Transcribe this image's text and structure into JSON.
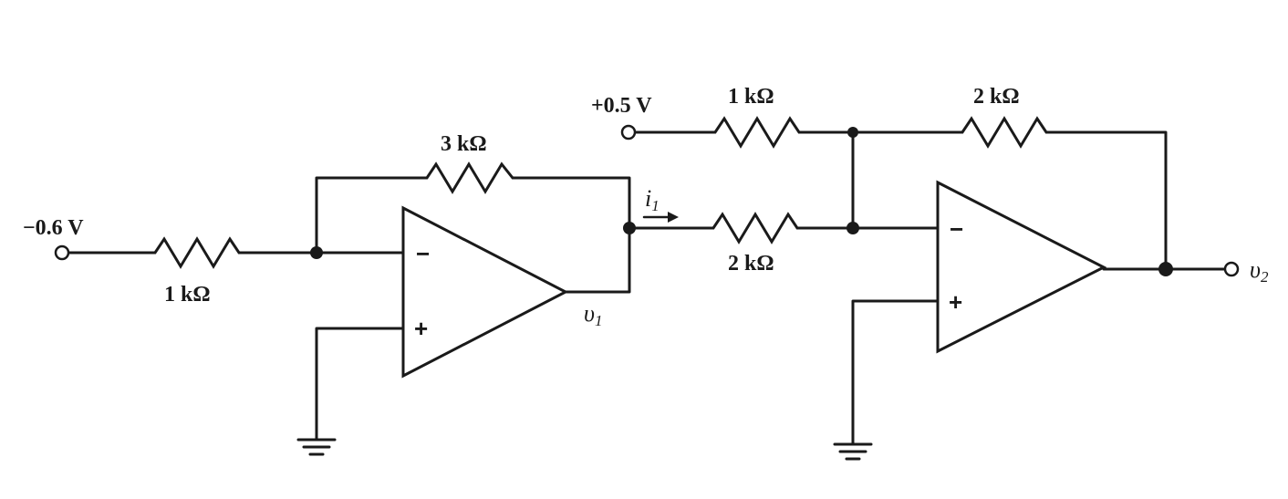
{
  "sources": {
    "input_left": "−0.6 V",
    "input_top": "+0.5 V"
  },
  "resistors": {
    "r_input": "1 kΩ",
    "r_feedback_1": "3 kΩ",
    "r_top_input": "1 kΩ",
    "r_feedback_2": "2 kΩ",
    "r_link": "2 kΩ"
  },
  "labels": {
    "current": "i",
    "current_sub": "1",
    "output_1": "υ",
    "output_1_sub": "1",
    "output_2": "υ",
    "output_2_sub": "2"
  },
  "opamps": {
    "minus": "−",
    "plus": "+"
  }
}
